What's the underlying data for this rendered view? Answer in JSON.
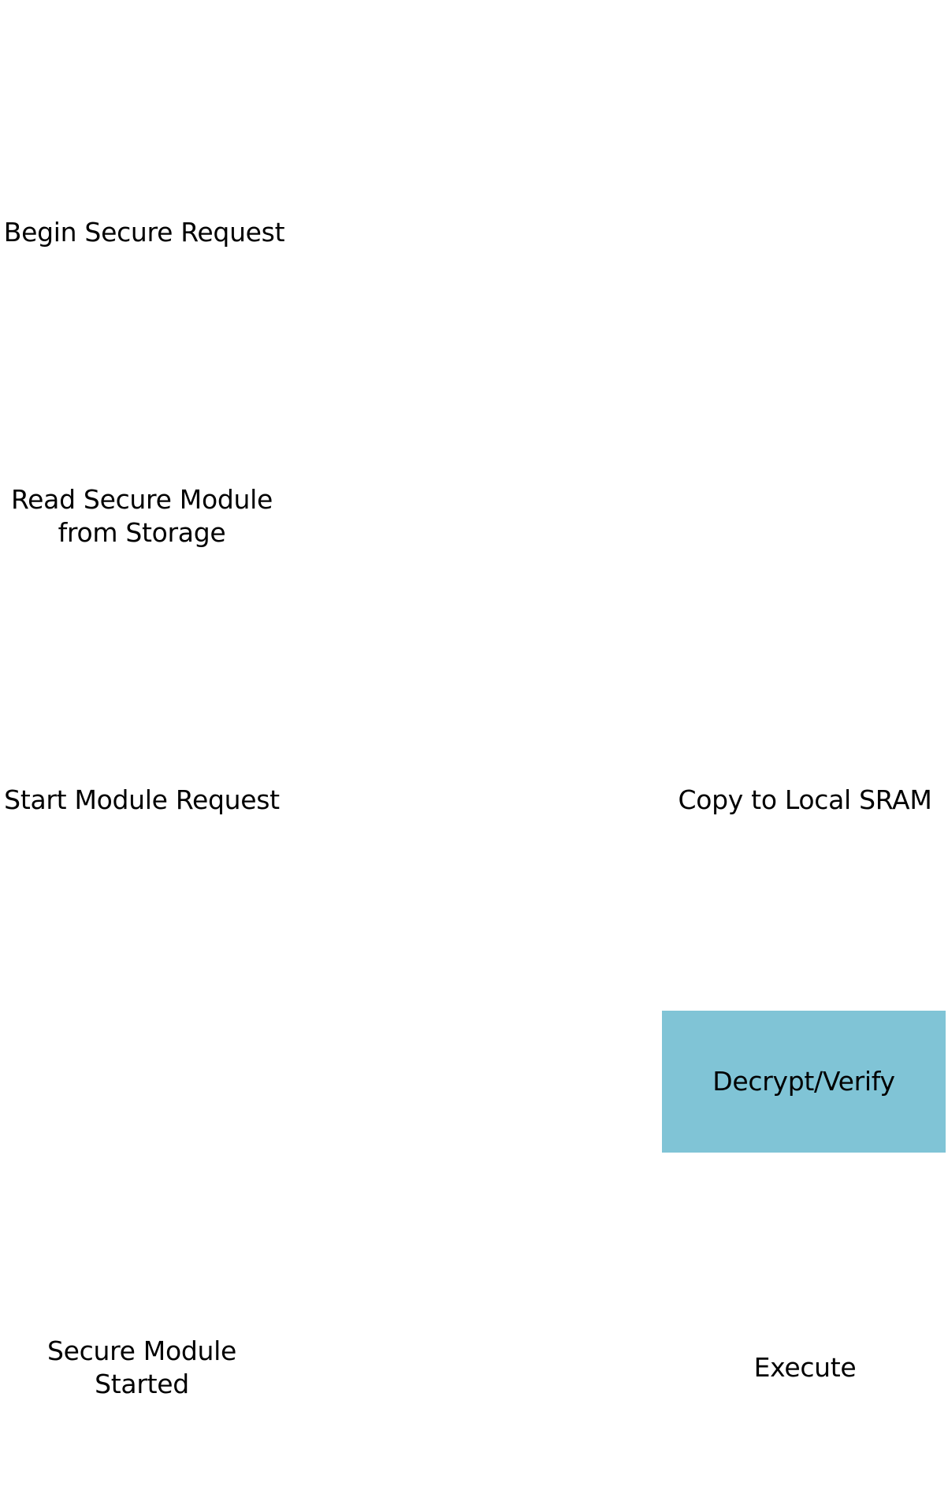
{
  "diagram": {
    "nodes": {
      "begin_secure_request": "Begin Secure Request",
      "read_secure_module": "Read Secure Module\nfrom Storage",
      "start_module_request": "Start Module Request",
      "copy_to_local_sram": "Copy to Local SRAM",
      "decrypt_verify": "Decrypt/Verify",
      "secure_module_started": "Secure Module Started",
      "execute": "Execute"
    },
    "colors": {
      "highlight_fill": "#80c4d6",
      "background": "#ffffff",
      "text": "#000000"
    }
  }
}
